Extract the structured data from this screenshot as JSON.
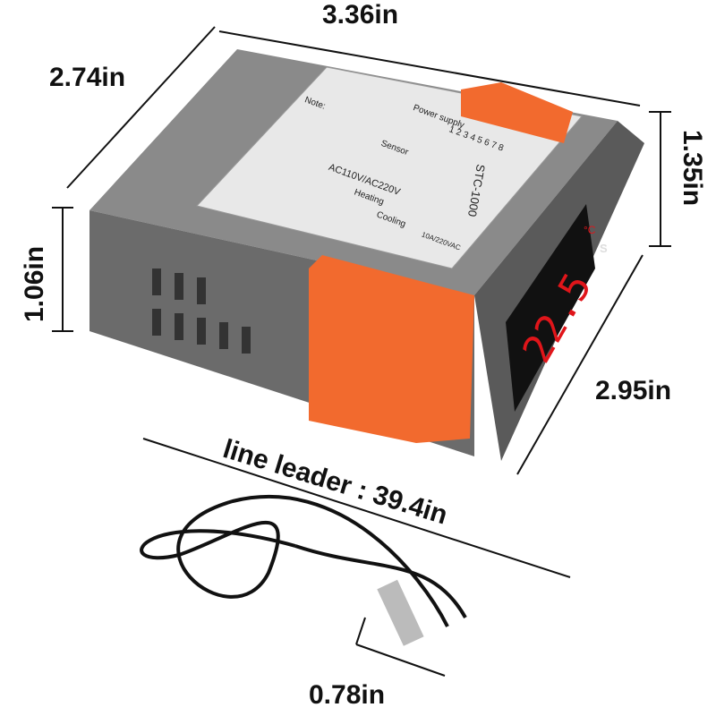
{
  "dimensions": {
    "length": "3.36in",
    "depth": "2.74in",
    "front_height": "1.35in",
    "side_height": "1.06in",
    "front_width": "2.95in",
    "line_leader": "line leader : 39.4in",
    "probe_length": "0.78in"
  },
  "device": {
    "model": "STC-1000",
    "display_value": "22.5",
    "unit": "°C",
    "power_label": "AC110V/AC220V",
    "terminal_labels": [
      "Power supply",
      "Sensor",
      "Heating",
      "Cooling"
    ],
    "terminal_numbers": [
      "1",
      "2",
      "3",
      "4",
      "5",
      "6",
      "7",
      "8"
    ],
    "rating": "10A/220VAC",
    "note_label": "Note:",
    "button_labels": [
      "S"
    ],
    "colors": {
      "body": "#6b6b6b",
      "clip": "#f26a2e",
      "display": "#e0151a",
      "label": "#e8e8e8"
    }
  }
}
